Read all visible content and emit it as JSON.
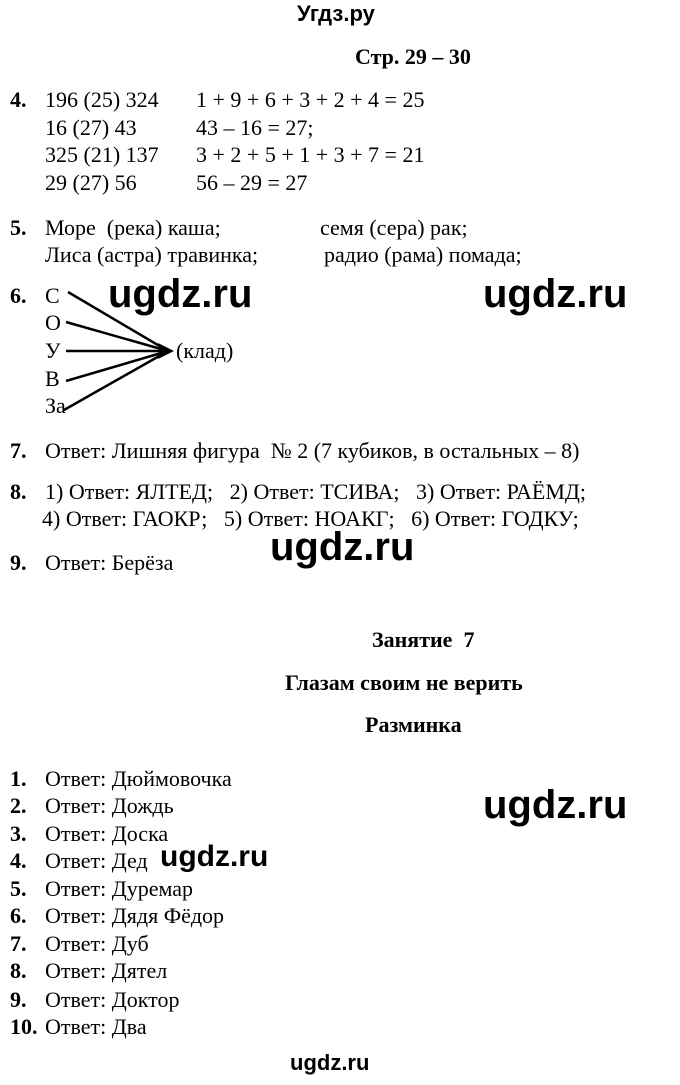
{
  "site_header": "Угдз.ру",
  "page_ref": "Стр. 29 – 30",
  "watermark": "ugdz.ru",
  "task4": {
    "number": "4.",
    "rows": [
      {
        "left": "196 (25) 324",
        "right": "1 + 9 + 6 + 3 + 2 + 4 = 25"
      },
      {
        "left": "16 (27) 43",
        "right": "43 – 16 = 27;"
      },
      {
        "left": "325 (21) 137",
        "right": "3 + 2 + 5 + 1 + 3 + 7 = 21"
      },
      {
        "left": "29 (27) 56",
        "right": "56 – 29 = 27"
      }
    ]
  },
  "task5": {
    "number": "5.",
    "rows": [
      {
        "left": "Море  (река) каша;",
        "right": "семя (сера) рак;"
      },
      {
        "left": "Лиса (астра) травинка;",
        "right": "радио (рама) помада;"
      }
    ]
  },
  "task6": {
    "number": "6.",
    "letters": [
      "С",
      "О",
      "У",
      "В",
      "За"
    ],
    "result": "(клад)"
  },
  "task7": {
    "number": "7.",
    "text": "Ответ: Лишняя фигура  № 2 (7 кубиков, в остальных – 8)"
  },
  "task8": {
    "number": "8.",
    "row1": "1) Ответ: ЯЛТЕД;   2) Ответ: ТСИВА;   3) Ответ: РАЁМД;",
    "row2": "4) Ответ: ГАОКР;   5) Ответ: НОАКГ;   6) Ответ: ГОДКУ;"
  },
  "task9": {
    "number": "9.",
    "text": "Ответ: Берёза"
  },
  "lesson": {
    "title": "Занятие  7",
    "subtitle": "Глазам своим не верить",
    "section": "Разминка"
  },
  "warmup": [
    {
      "number": "1.",
      "text": "Ответ: Дюймовочка"
    },
    {
      "number": "2.",
      "text": "Ответ: Дождь"
    },
    {
      "number": "3.",
      "text": "Ответ: Доска"
    },
    {
      "number": "4.",
      "text": "Ответ: Дед"
    },
    {
      "number": "5.",
      "text": "Ответ: Дуремар"
    },
    {
      "number": "6.",
      "text": "Ответ: Дядя Фёдор"
    },
    {
      "number": "7.",
      "text": "Ответ: Дуб"
    },
    {
      "number": "8.",
      "text": "Ответ: Дятел"
    },
    {
      "number": "9.",
      "text": "Ответ: Доктор"
    },
    {
      "number": "10.",
      "text": "Ответ: Два"
    }
  ]
}
